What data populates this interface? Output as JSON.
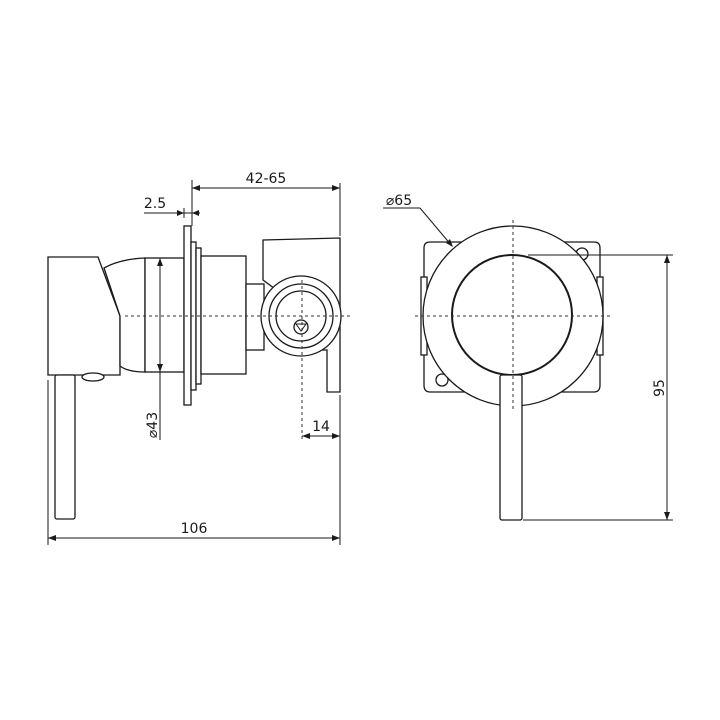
{
  "drawing": {
    "side_view": {
      "dim_depth_range": "42-65",
      "dim_plate_thickness": "2.5",
      "dim_body_diameter": "⌀43",
      "dim_offset": "14",
      "dim_total_length": "106"
    },
    "front_view": {
      "dim_plate_diameter": "⌀65",
      "dim_height": "95"
    },
    "line_color": "#1a1a1a"
  }
}
